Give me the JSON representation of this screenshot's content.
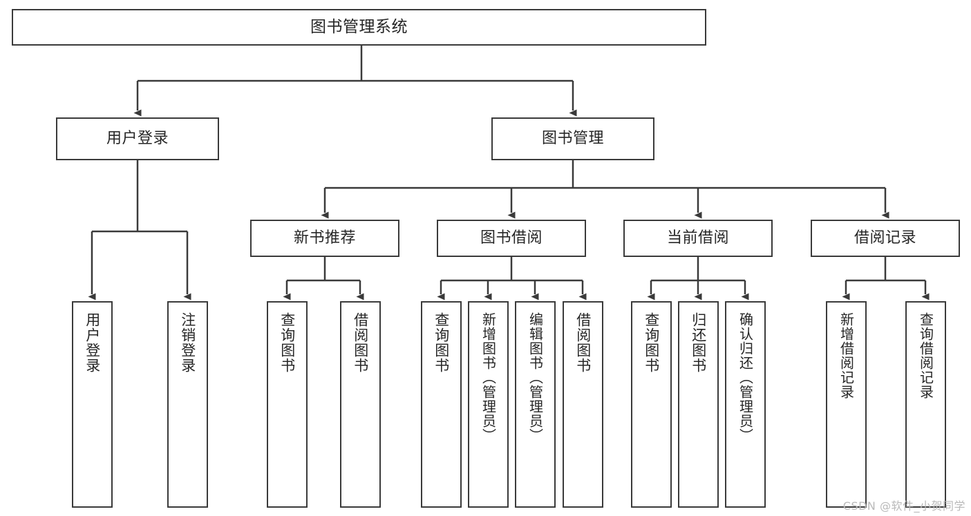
{
  "diagram": {
    "title": "图书管理系统",
    "type": "tree-hierarchy-diagram",
    "watermark": "CSDN @软件_小贺同学",
    "colors": {
      "stroke": "#3a3a3a",
      "text": "#262626",
      "background": "#ffffff",
      "watermark": "#b9b9b9"
    },
    "root": {
      "label": "图书管理系统"
    },
    "level2": [
      {
        "label": "用户登录"
      },
      {
        "label": "图书管理"
      }
    ],
    "level3": [
      {
        "label": "新书推荐"
      },
      {
        "label": "图书借阅"
      },
      {
        "label": "当前借阅"
      },
      {
        "label": "借阅记录"
      }
    ],
    "leaves": {
      "user_login": [
        {
          "label": "用户登录"
        },
        {
          "label": "注销登录"
        }
      ],
      "new_book_recommend": [
        {
          "label": "查询图书"
        },
        {
          "label": "借阅图书"
        }
      ],
      "book_borrow": [
        {
          "label": "查询图书"
        },
        {
          "label": "新增图书（管理员）"
        },
        {
          "label": "编辑图书（管理员）"
        },
        {
          "label": "借阅图书"
        }
      ],
      "current_borrow": [
        {
          "label": "查询图书"
        },
        {
          "label": "归还图书"
        },
        {
          "label": "确认归还（管理员）"
        }
      ],
      "borrow_record": [
        {
          "label": "新增借阅记录"
        },
        {
          "label": "查询借阅记录"
        }
      ]
    }
  }
}
